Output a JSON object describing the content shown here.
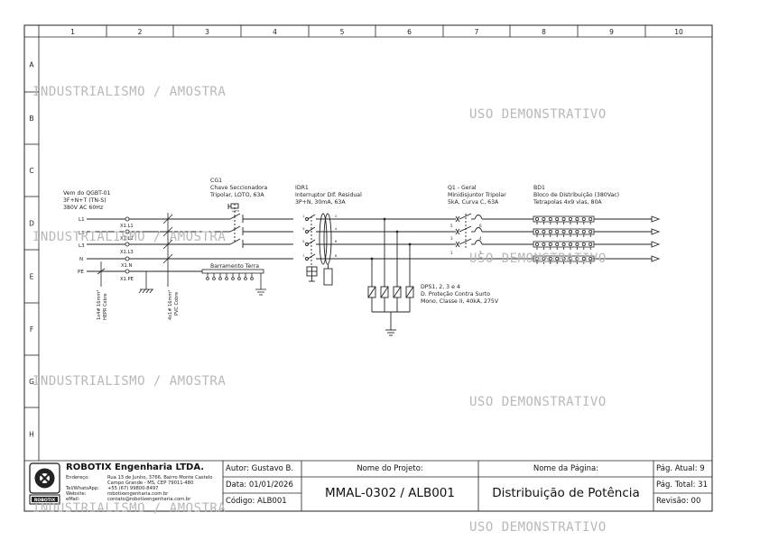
{
  "grid": {
    "columns": [
      "1",
      "2",
      "3",
      "4",
      "5",
      "6",
      "7",
      "8",
      "9",
      "10"
    ],
    "rows": [
      "A",
      "B",
      "C",
      "D",
      "E",
      "F",
      "G",
      "H"
    ]
  },
  "watermarks": [
    "INDUSTRIALISMO / AMOSTRA",
    "USO DEMONSTRATIVO",
    "INDUSTRIALISMO / AMOSTRA",
    "USO DEMONSTRATIVO",
    "INDUSTRIALISMO / AMOSTRA",
    "USO DEMONSTRATIVO",
    "INDUSTRIALISMO / AMOSTRA",
    "USO DEMONSTRATIVO"
  ],
  "source": {
    "line1": "Vem do QGBT-01",
    "line2": "3F+N+T (TN-S)",
    "line3": "380V AC 60Hz"
  },
  "phases": [
    "L1",
    "L2",
    "L3",
    "N",
    "PE"
  ],
  "terminals": [
    "X1.L1",
    "X1.L2",
    "X1.L3",
    "X1.N",
    "X1.PE"
  ],
  "cables": {
    "c1a": "1x4# 16mm²",
    "c1b": "HEPR Cobre",
    "c2a": "4x1# 16mm²",
    "c2b": "PVC Cobre"
  },
  "cg1": {
    "tag": "CG1",
    "line1": "Chave Seccionadora",
    "line2": "Tripolar, LOTO, 63A",
    "lock": "LOTO"
  },
  "barramento": "Barramento Terra",
  "idr1": {
    "tag": "IDR1",
    "line1": "Interruptor Dif. Residual",
    "line2": "3P+N, 30mA, 63A"
  },
  "idr_pins": [
    "1",
    "3",
    "5",
    "7",
    "2",
    "4",
    "6",
    "8"
  ],
  "q1": {
    "tag": "Q1 - Geral",
    "line1": "Minidisjuntor Tripolar",
    "line2": "5kA, Curva C, 63A"
  },
  "q1_pins": [
    "5",
    "3",
    "1",
    "6",
    "4",
    "2"
  ],
  "bd1": {
    "tag": "BD1",
    "line1": "Bloco de Distribuição (380Vac)",
    "line2": "Tetrapolas 4x9 vias, 80A"
  },
  "dps": {
    "tag": "DPS1, 2, 3 e 4",
    "line1": "D. Proteção Contra Surto",
    "line2": "Mono, Classe II, 40kA, 275V"
  },
  "title_block": {
    "company": "ROBOTIX Engenharia LTDA.",
    "logo_text": "ROBOTIX",
    "contact_labels": [
      "Endereço:",
      "",
      "Tel/WhatsApp:",
      "Website:",
      "eMail:"
    ],
    "contact_values": [
      "Rua 13 de Junho, 3766, Bairro Monte Castelo",
      "Campo Grande - MS, CEP 79011-480",
      "+55 (67) 99800-8497",
      "robotixengenharia.com.br",
      "contato@robotixengenharia.com.br"
    ],
    "author": "Autor: Gustavo B.",
    "date": "Data: 01/01/2026",
    "code": "Código: ALB001",
    "project_label": "Nome do Projeto:",
    "project_value": "MMAL-0302 / ALB001",
    "page_label": "Nome da Página:",
    "page_value": "Distribuição de Potência",
    "page_current": "Pág. Atual: 9",
    "page_total": "Pág. Total: 31",
    "revision": "Revisão: 00"
  }
}
